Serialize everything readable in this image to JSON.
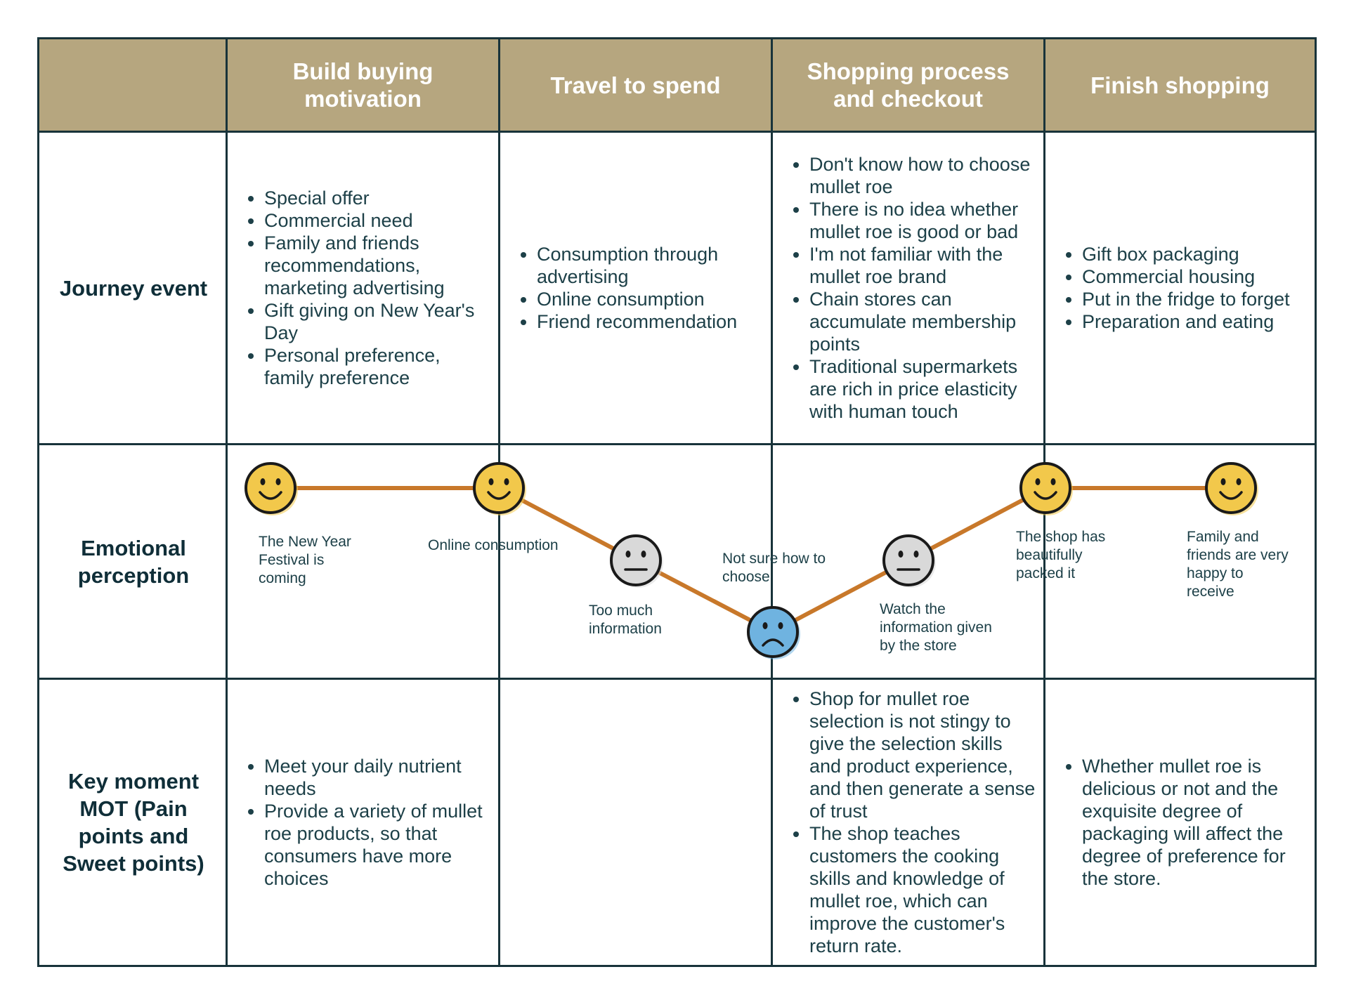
{
  "header": {
    "corner": "",
    "stages": [
      "Build buying motivation",
      "Travel to spend",
      "Shopping process and checkout",
      "Finish shopping"
    ]
  },
  "rows": {
    "journey_event": {
      "label": "Journey event",
      "cells": [
        [
          "Special offer",
          "Commercial need",
          "Family and friends recommendations, marketing advertising",
          "Gift giving on New Year's Day",
          "Personal preference, family preference"
        ],
        [
          "Consumption through advertising",
          "Online consumption",
          "Friend recommendation"
        ],
        [
          "Don't know how to choose mullet roe",
          "There is no idea whether mullet roe is good or bad",
          "I'm not familiar with the mullet roe brand",
          "Chain stores can accumulate membership points",
          "Traditional supermarkets are rich in price elasticity with human touch"
        ],
        [
          "Gift box packaging",
          "Commercial housing",
          "Put in the fridge to forget",
          "Preparation and eating"
        ]
      ]
    },
    "emotional_perception": {
      "label": "Emotional perception",
      "points": [
        {
          "label": "The New Year Festival is coming",
          "emotion": "happy"
        },
        {
          "label": "Online consumption",
          "emotion": "happy"
        },
        {
          "label": "Too much information",
          "emotion": "neutral"
        },
        {
          "label": "Not sure how to choose",
          "emotion": "sad"
        },
        {
          "label": "Watch the information given by the store",
          "emotion": "neutral"
        },
        {
          "label": "The shop has beautifully packed it",
          "emotion": "happy"
        },
        {
          "label": "Family and friends are very happy to receive",
          "emotion": "happy"
        }
      ]
    },
    "key_moment": {
      "label": "Key moment MOT (Pain points and Sweet points)",
      "cells": [
        [
          "Meet your daily nutrient needs",
          "Provide a variety of mullet roe products, so that consumers have more choices"
        ],
        [],
        [
          "Shop for mullet roe selection is not stingy to give the selection skills and product experience, and then generate a sense of trust",
          "The shop teaches customers the cooking skills and knowledge of mullet roe, which can improve the customer's return rate."
        ],
        [
          "Whether mullet roe is delicious or not and the exquisite degree of packaging will affect the degree of preference for the store."
        ]
      ]
    }
  },
  "colors": {
    "header_bg": "#b6a67f",
    "grid": "#18333a",
    "curve": "#c8782a",
    "happy_face": "#f2c84b",
    "neutral_face": "#d9d9d9",
    "sad_face": "#6fb3e0"
  },
  "icons": {
    "happy": "smiley-happy-icon",
    "neutral": "smiley-neutral-icon",
    "sad": "smiley-sad-icon"
  }
}
